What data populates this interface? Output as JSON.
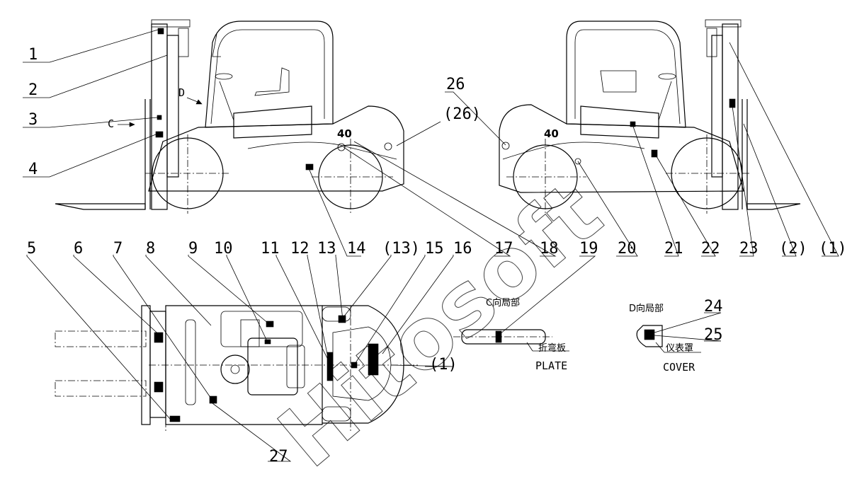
{
  "labels": {
    "n1": "1",
    "n2": "2",
    "n3": "3",
    "n4": "4",
    "n5": "5",
    "n6": "6",
    "n7": "7",
    "n8": "8",
    "n9": "9",
    "n10": "10",
    "n11": "11",
    "n12": "12",
    "n13": "13",
    "n13p": "(13)",
    "n14": "14",
    "n15": "15",
    "n16": "16",
    "n17": "17",
    "n18": "18",
    "n19": "19",
    "n20": "20",
    "n21": "21",
    "n22": "22",
    "n23": "23",
    "n2p": "(2)",
    "n1p": "(1)",
    "n1pb": "(1)",
    "n24": "24",
    "n25": "25",
    "n26": "26",
    "n26p": "(26)",
    "n27": "27"
  },
  "annotations": {
    "view_c_arrow": "C",
    "view_d_arrow": "D",
    "view_c_title": "C向局部",
    "view_d_title": "D向局部",
    "plate_cn": "折弯板",
    "plate_en": "PLATE",
    "cover_cn": "仪表罩",
    "cover_en": "COVER",
    "model_badge_left": "40",
    "model_badge_right": "40"
  },
  "watermark": {
    "text": "Hitosoft"
  }
}
